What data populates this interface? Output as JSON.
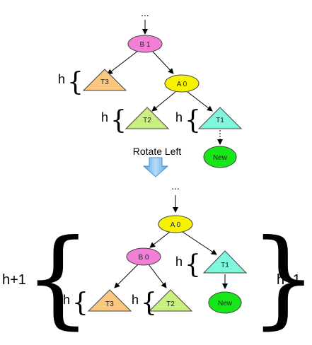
{
  "before": {
    "top_ellipsis": "...",
    "node_b": {
      "label": "B 1",
      "color": "#f27fd6"
    },
    "node_a": {
      "label": "A 0",
      "color": "#f7f200"
    },
    "t3": {
      "label": "T3",
      "color": "#f9c77f"
    },
    "t2": {
      "label": "T2",
      "color": "#c9f07f"
    },
    "t1": {
      "label": "T1",
      "color": "#7ff7dc"
    },
    "new_node": {
      "label": "New",
      "color": "#19e619"
    },
    "h_t3": "h",
    "h_t2": "h",
    "h_t1": "h"
  },
  "transition": {
    "label": "Rotate Left",
    "arrow_color": "#8fc7f2"
  },
  "after": {
    "top_ellipsis": "...",
    "node_a": {
      "label": "A 0",
      "color": "#f7f200"
    },
    "node_b": {
      "label": "B 0",
      "color": "#f27fd6"
    },
    "t1": {
      "label": "T1",
      "color": "#7ff7dc"
    },
    "t3": {
      "label": "T3",
      "color": "#f9c77f"
    },
    "t2": {
      "label": "T2",
      "color": "#c9f07f"
    },
    "new_node": {
      "label": "New",
      "color": "#19e619"
    },
    "h_t1": "h",
    "h_t3": "h",
    "h_t2": "h",
    "left_height": "h+1",
    "right_height": "h+1"
  }
}
